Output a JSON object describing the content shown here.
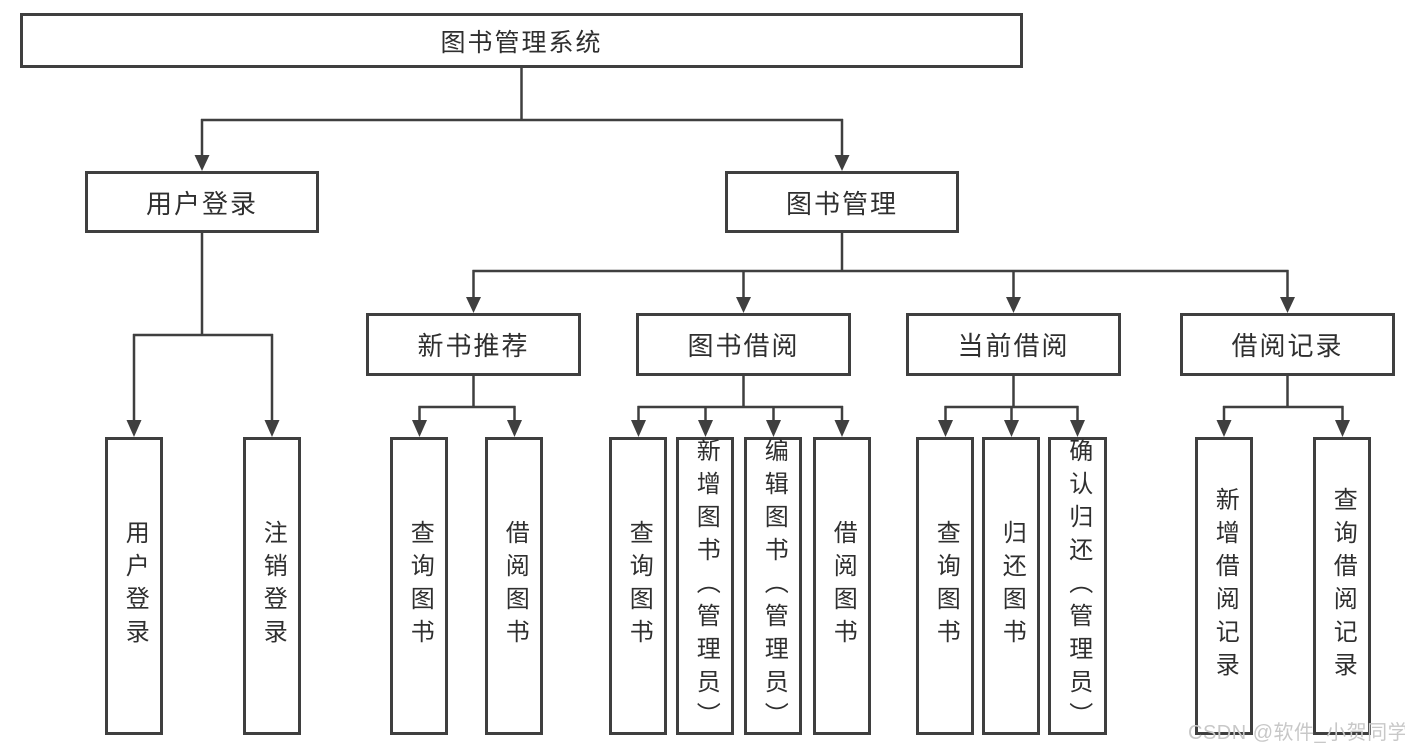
{
  "diagram": {
    "root": {
      "label": "图书管理系统"
    },
    "user_login": {
      "label": "用户登录",
      "children": [
        {
          "label": "用户登录"
        },
        {
          "label": "注销登录"
        }
      ]
    },
    "book_mgmt": {
      "label": "图书管理",
      "sections": [
        {
          "label": "新书推荐",
          "children": [
            {
              "label": "查询图书"
            },
            {
              "label": "借阅图书"
            }
          ]
        },
        {
          "label": "图书借阅",
          "children": [
            {
              "label": "查询图书"
            },
            {
              "label": "新增图书（管理员）"
            },
            {
              "label": "编辑图书（管理员）"
            },
            {
              "label": "借阅图书"
            }
          ]
        },
        {
          "label": "当前借阅",
          "children": [
            {
              "label": "查询图书"
            },
            {
              "label": "归还图书"
            },
            {
              "label": "确认归还（管理员）"
            }
          ]
        },
        {
          "label": "借阅记录",
          "children": [
            {
              "label": "新增借阅记录"
            },
            {
              "label": "查询借阅记录"
            }
          ]
        }
      ]
    },
    "watermark": "CSDN @软件_小贺同学"
  },
  "colors": {
    "line": "#3f3f3f",
    "text": "#2f2f2f",
    "watermark": "#c8c8c8",
    "background": "#ffffff"
  }
}
